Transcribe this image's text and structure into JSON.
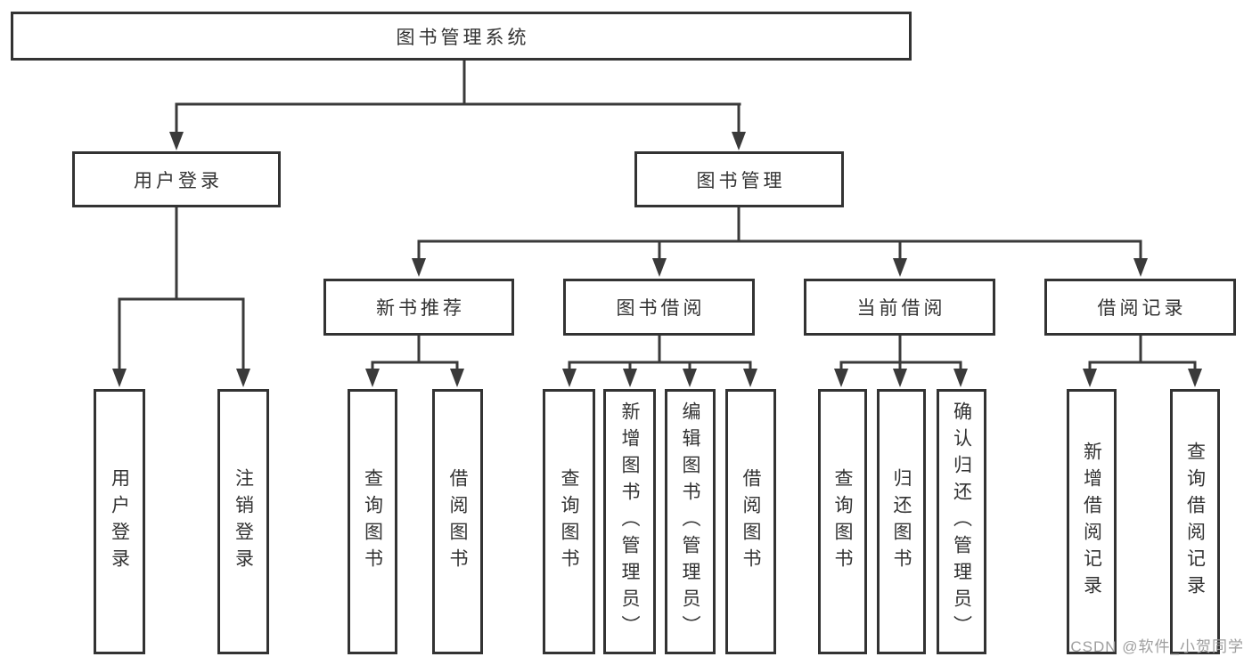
{
  "diagram": {
    "root": {
      "label": "图书管理系统"
    },
    "level2": [
      {
        "label": "用户登录"
      },
      {
        "label": "图书管理"
      }
    ],
    "level3": [
      {
        "parent": "图书管理",
        "label": "新书推荐"
      },
      {
        "parent": "图书管理",
        "label": "图书借阅"
      },
      {
        "parent": "图书管理",
        "label": "当前借阅"
      },
      {
        "parent": "图书管理",
        "label": "借阅记录"
      }
    ],
    "leaves": [
      {
        "parent": "用户登录",
        "label": "用户登录"
      },
      {
        "parent": "用户登录",
        "label": "注销登录"
      },
      {
        "parent": "新书推荐",
        "label": "查询图书"
      },
      {
        "parent": "新书推荐",
        "label": "借阅图书"
      },
      {
        "parent": "图书借阅",
        "label": "查询图书"
      },
      {
        "parent": "图书借阅",
        "label": "新增图书（管理员）"
      },
      {
        "parent": "图书借阅",
        "label": "编辑图书（管理员）"
      },
      {
        "parent": "图书借阅",
        "label": "借阅图书"
      },
      {
        "parent": "当前借阅",
        "label": "查询图书"
      },
      {
        "parent": "当前借阅",
        "label": "归还图书"
      },
      {
        "parent": "当前借阅",
        "label": "确认归还（管理员）"
      },
      {
        "parent": "借阅记录",
        "label": "新增借阅记录"
      },
      {
        "parent": "借阅记录",
        "label": "查询借阅记录"
      }
    ]
  },
  "watermark": {
    "text": "CSDN @软件_小贺同学"
  },
  "colors": {
    "line": "#3a3a3a",
    "box_border": "#333333",
    "text": "#333333",
    "background": "#ffffff",
    "watermark_text": "#9e9e9e"
  }
}
